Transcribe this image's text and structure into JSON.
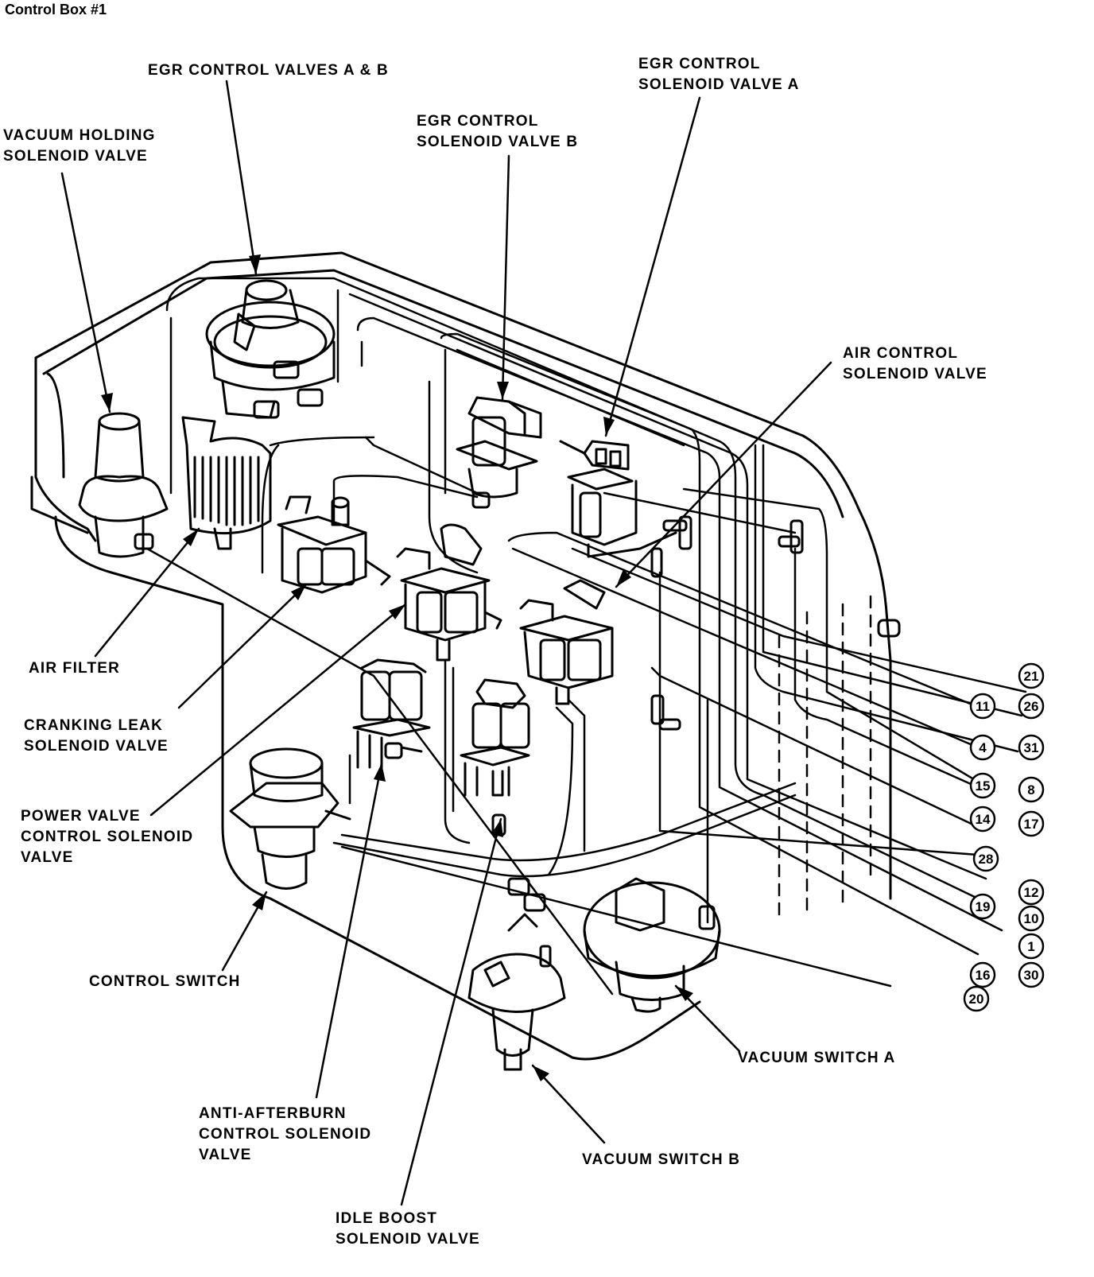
{
  "title": "Control Box #1",
  "labels": {
    "egr_valves_ab": [
      "EGR CONTROL  VALVES A & B"
    ],
    "egr_solenoid_a": [
      "EGR CONTROL",
      "SOLENOID VALVE  A"
    ],
    "egr_solenoid_b": [
      "EGR CONTROL",
      "SOLENOID VALVE B"
    ],
    "vacuum_holding": [
      "VACUUM  HOLDING",
      "SOLENOID  VALVE"
    ],
    "air_control": [
      "AIR CONTROL",
      "SOLENOID VALVE"
    ],
    "air_filter": [
      "AIR FILTER"
    ],
    "cranking_leak": [
      "CRANKING LEAK",
      "SOLENOID VALVE"
    ],
    "power_valve": [
      "POWER VALVE",
      "CONTROL SOLENOID",
      "VALVE"
    ],
    "control_switch": [
      "CONTROL SWITCH"
    ],
    "vacuum_switch_a": [
      "VACUUM SWITCH  A"
    ],
    "vacuum_switch_b": [
      "VACUUM SWITCH B"
    ],
    "anti_afterburn": [
      "ANTI-AFTERBURN",
      "CONTROL SOLENOID",
      "VALVE"
    ],
    "idle_boost": [
      "IDLE BOOST",
      "SOLENOID VALVE"
    ]
  },
  "hose_numbers": [
    "21",
    "26",
    "11",
    "31",
    "4",
    "8",
    "15",
    "17",
    "14",
    "28",
    "12",
    "10",
    "19",
    "1",
    "30",
    "16",
    "20"
  ]
}
